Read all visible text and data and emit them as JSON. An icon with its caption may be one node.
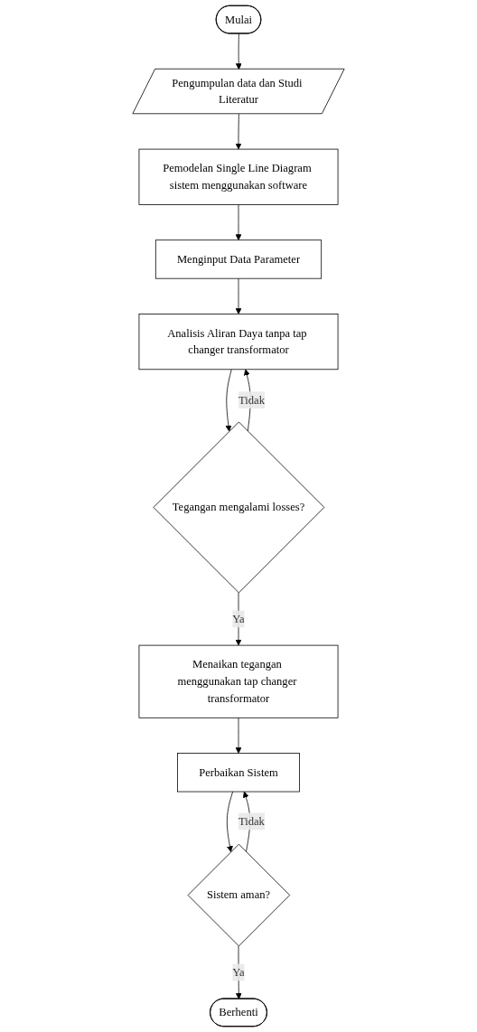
{
  "diagram": {
    "nodes": [
      {
        "text": [
          "Mulai"
        ]
      },
      {
        "text": [
          "Pengumpulan data dan Studi Literatur"
        ]
      },
      {
        "text": [
          "Pemodelan Single Line Diagram sistem menggunakan software"
        ]
      },
      {
        "text": [
          "Menginput Data Parameter"
        ]
      },
      {
        "text": [
          "Analisis Aliran Daya tanpa tap changer transformator"
        ]
      },
      {
        "text": [
          "Tegangan mengalami losses?"
        ]
      },
      {
        "text": [
          "Menaikan tegangan menggunakan tap changer transformator"
        ]
      },
      {
        "text": [
          "Perbaikan Sistem"
        ]
      },
      {
        "text": [
          "Sistem aman?"
        ]
      },
      {
        "text": [
          "Berhenti"
        ]
      }
    ],
    "edges": [
      {
        "from": 0,
        "to": 1,
        "arrow": "to"
      },
      {
        "from": 1,
        "to": 2,
        "arrow": "to"
      },
      {
        "from": 2,
        "to": 3,
        "arrow": "to"
      },
      {
        "from": 3,
        "to": 4,
        "arrow": "to"
      },
      {
        "from": 4,
        "to": 5,
        "arrow": "to"
      },
      {
        "from": 5,
        "to": 4,
        "arrow": "to",
        "label": "Tidak"
      },
      {
        "from": 5,
        "to": 6,
        "arrow": "to",
        "label": "Ya"
      },
      {
        "from": 6,
        "to": 7,
        "arrow": "to"
      },
      {
        "from": 7,
        "to": 8,
        "arrow": "to"
      },
      {
        "from": 8,
        "to": 7,
        "arrow": "to",
        "label": "Tidak"
      },
      {
        "from": 8,
        "to": 9,
        "arrow": "to",
        "label": "Ya"
      }
    ]
  }
}
